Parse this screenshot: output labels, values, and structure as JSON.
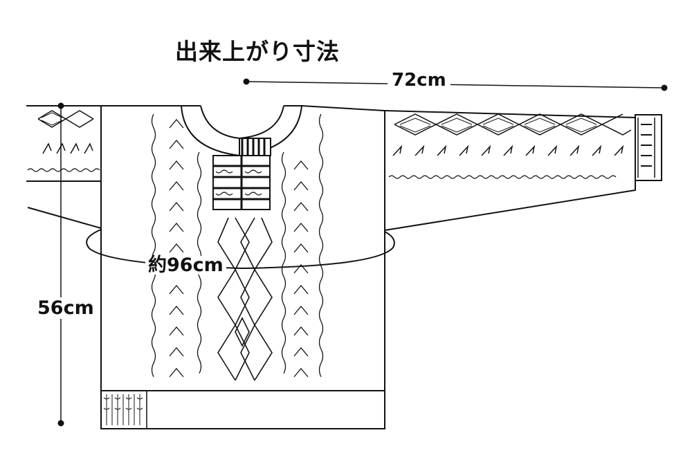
{
  "title": "出来上がり寸法",
  "measurements": {
    "sleeve_length": "72cm",
    "chest_circumference": "約96cm",
    "body_length": "56cm"
  },
  "colors": {
    "line": "#111111",
    "background": "#ffffff"
  }
}
